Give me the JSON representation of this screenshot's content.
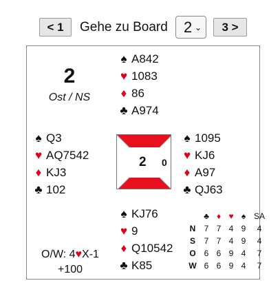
{
  "nav": {
    "prev_label": "< 1",
    "goto_label": "Gehe zu Board",
    "board_value": "2",
    "next_label": "3 >"
  },
  "board": {
    "number": "2",
    "dealer_vul": "Ost / NS",
    "north": {
      "spades": "A842",
      "hearts": "1083",
      "diamonds": "86",
      "clubs": "A974"
    },
    "west": {
      "spades": "Q3",
      "hearts": "AQ7542",
      "diamonds": "KJ3",
      "clubs": "102"
    },
    "east": {
      "spades": "1095",
      "hearts": "KJ6",
      "diamonds": "A97",
      "clubs": "QJ63"
    },
    "south": {
      "spades": "KJ76",
      "hearts": "9",
      "diamonds": "Q10542",
      "clubs": "K85"
    },
    "table": {
      "center_number": "2",
      "right_label": "0",
      "vul_color": "#e8101e"
    },
    "result": {
      "contract_prefix": "O/W: 4",
      "contract_suffix": "X-1",
      "score": "+100"
    },
    "tricks": {
      "header_notrump": "SA",
      "rows": [
        {
          "seat": "N",
          "values": [
            "7",
            "7",
            "4",
            "9",
            "4"
          ]
        },
        {
          "seat": "S",
          "values": [
            "7",
            "7",
            "4",
            "9",
            "4"
          ]
        },
        {
          "seat": "O",
          "values": [
            "6",
            "6",
            "9",
            "4",
            "7"
          ]
        },
        {
          "seat": "W",
          "values": [
            "6",
            "6",
            "9",
            "4",
            "7"
          ]
        }
      ]
    }
  },
  "icons": {
    "spade": "spade-icon",
    "heart": "heart-icon",
    "diamond": "diamond-icon",
    "club": "club-icon"
  }
}
